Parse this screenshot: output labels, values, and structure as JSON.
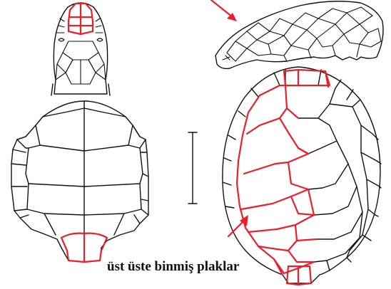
{
  "caption": "üst üste binmiş plaklar",
  "colors": {
    "highlight": "#e8202a",
    "outline": "#111111",
    "background": "#ffffff"
  },
  "figures": {
    "head_dorsal": "head-dorsal-view",
    "head_lateral": "head-lateral-view",
    "plastron": "plastron-ventral-view",
    "carapace": "carapace-dorsal-view",
    "scale_bar": "scale-bar"
  }
}
